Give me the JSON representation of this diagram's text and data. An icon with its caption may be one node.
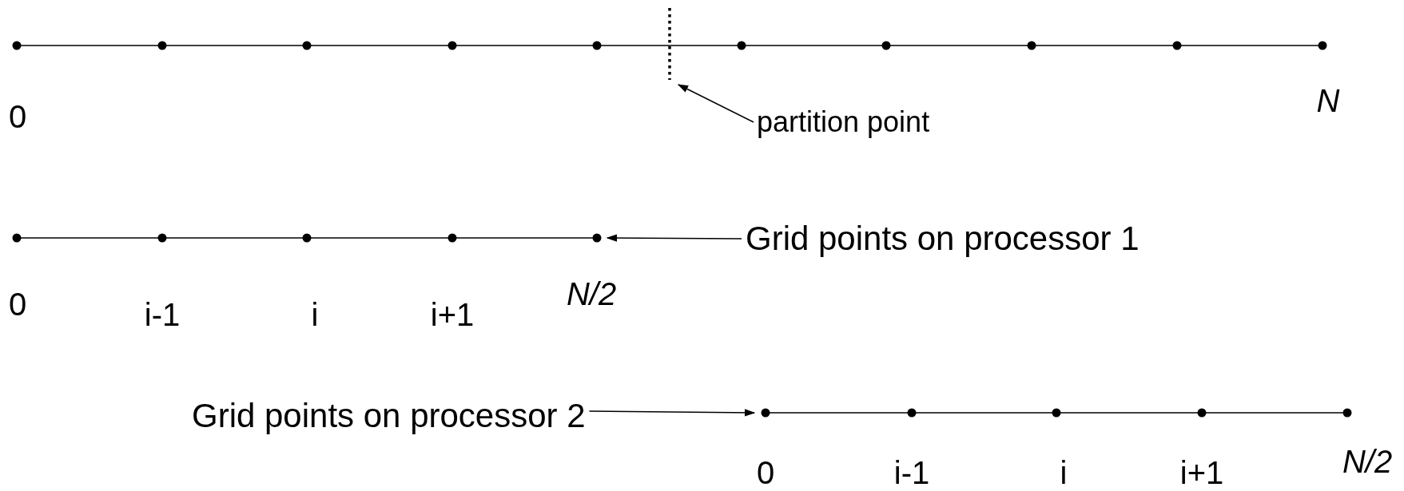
{
  "diagram": {
    "nodes": [
      {
        "text": [],
        "shape": "line"
      },
      {
        "text": [
          "partition point"
        ]
      },
      {
        "text": [],
        "shape": "line"
      },
      {
        "text": [
          "Grid points on processor 1"
        ]
      },
      {
        "text": [
          "Grid points on processor 2"
        ]
      },
      {
        "text": [],
        "shape": "line"
      }
    ],
    "edges": [
      {
        "from": 1,
        "to": 0,
        "arrow": "to"
      },
      {
        "from": 3,
        "to": 2,
        "arrow": "to"
      },
      {
        "from": 4,
        "to": 5,
        "arrow": "to"
      }
    ],
    "labels": [
      "0",
      "N",
      "0",
      "i-1",
      "i",
      "i+1",
      "N/2",
      "0",
      "i-1",
      "i",
      "i+1",
      "N/2"
    ]
  }
}
